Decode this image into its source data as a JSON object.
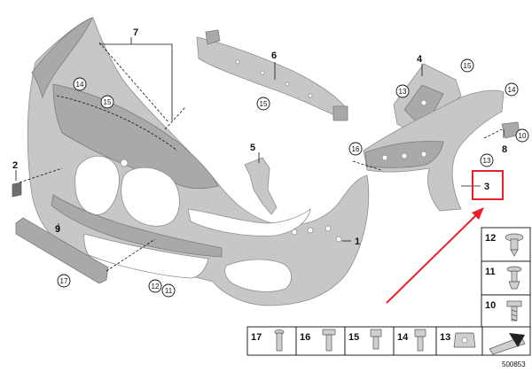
{
  "callouts": {
    "c1": "1",
    "c2": "2",
    "c3": "3",
    "c4": "4",
    "c5": "5",
    "c6": "6",
    "c7": "7",
    "c8": "8",
    "c9": "9",
    "c10": "10",
    "c12": "12",
    "c13": "13",
    "c14": "14",
    "c15": "15",
    "c16": "16",
    "c17": "17",
    "c11": "11"
  },
  "circled": {
    "c14_left": "14",
    "c15_left": "15",
    "c15_six": "15",
    "c15_four": "15",
    "c13_four": "13",
    "c14_right": "14",
    "c10_right": "10",
    "c16_right": "16",
    "c13_right": "13",
    "c17_bottom": "17",
    "c12_bottom": "12",
    "c11_bottom": "11"
  },
  "hardware_table": {
    "side_items": [
      "12",
      "11",
      "10"
    ],
    "bottom_items": [
      "17",
      "16",
      "15",
      "14",
      "13"
    ]
  },
  "highlight_color": "#e8202a",
  "diagram_id": "500853"
}
